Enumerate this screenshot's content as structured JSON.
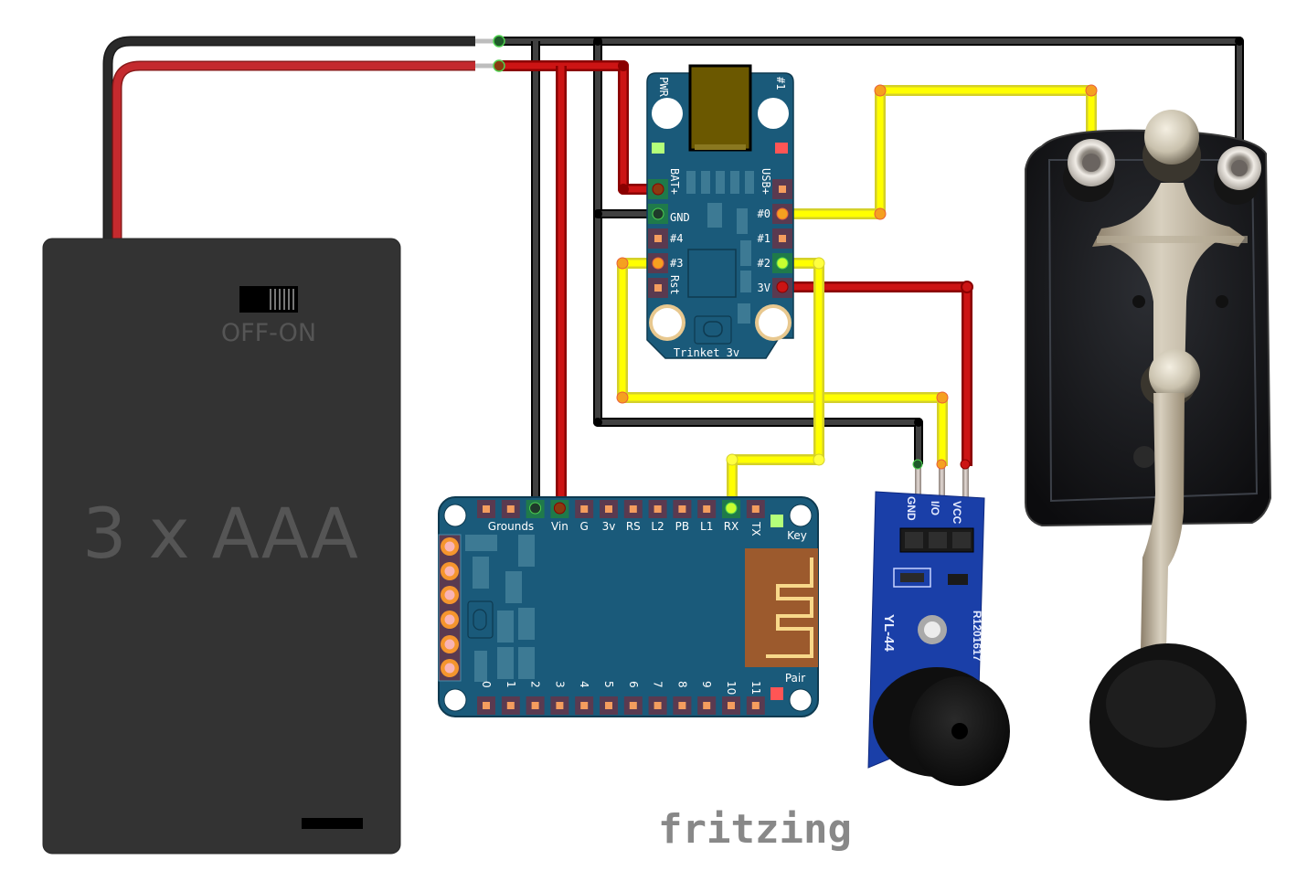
{
  "diagram": {
    "tool": "fritzing",
    "colors": {
      "wire_black": "#404040",
      "wire_black_edge": "#000000",
      "wire_red": "#cc1414",
      "wire_red_edge": "#8a0000",
      "wire_yellow": "#ffff00",
      "wire_yellow_edge": "#d4d02a",
      "pcb_blue": "#1a5a7a",
      "pad_brown": "#5a3a50",
      "pad_copper": "#f49d5e",
      "pad_connected": "#1f7a4a",
      "battery": "#333333",
      "battery_text": "#555555"
    }
  },
  "battery": {
    "label": "3 x AAA",
    "switch_label": "OFF-ON"
  },
  "trinket": {
    "name": "Trinket 3v",
    "top_labels": {
      "left": "PWR",
      "right": "#1"
    },
    "left_pins": [
      "BAT+",
      "GND",
      "#4",
      "#3",
      "Rst"
    ],
    "right_pins": [
      "USB+",
      "#0",
      "#1",
      "#2",
      "3V"
    ]
  },
  "ble_module": {
    "top_pins": [
      "Grounds",
      "Vin",
      "G",
      "3v",
      "RS",
      "L2",
      "PB",
      "L1",
      "RX",
      "TX"
    ],
    "bottom_pins": [
      "0",
      "1",
      "2",
      "3",
      "4",
      "5",
      "6",
      "7",
      "8",
      "9",
      "10",
      "11"
    ],
    "key_label": "Key",
    "pair_label": "Pair"
  },
  "buzzer": {
    "model": "YL-44",
    "serial": "R1201617",
    "pins": [
      "GND",
      "I/O",
      "VCC"
    ]
  },
  "telegraph_key": {
    "name": "Morse telegraph key"
  },
  "branding": {
    "logo": "fritzing"
  },
  "connections": [
    {
      "from": "battery.black",
      "to": "ble_module.Grounds",
      "color": "black"
    },
    {
      "from": "battery.black",
      "to": "trinket.GND",
      "color": "black"
    },
    {
      "from": "battery.black",
      "to": "telegraph_key.right_terminal",
      "color": "black"
    },
    {
      "from": "battery.black",
      "to": "buzzer.GND",
      "color": "black"
    },
    {
      "from": "battery.red",
      "to": "ble_module.Vin",
      "color": "red"
    },
    {
      "from": "battery.red",
      "to": "trinket.BAT+",
      "color": "red"
    },
    {
      "from": "trinket.#0",
      "to": "telegraph_key.left_terminal",
      "color": "yellow"
    },
    {
      "from": "trinket.#3",
      "to": "buzzer.I/O",
      "color": "yellow"
    },
    {
      "from": "trinket.#2",
      "to": "ble_module.RX",
      "color": "yellow"
    },
    {
      "from": "trinket.3V",
      "to": "buzzer.VCC",
      "color": "red"
    }
  ]
}
